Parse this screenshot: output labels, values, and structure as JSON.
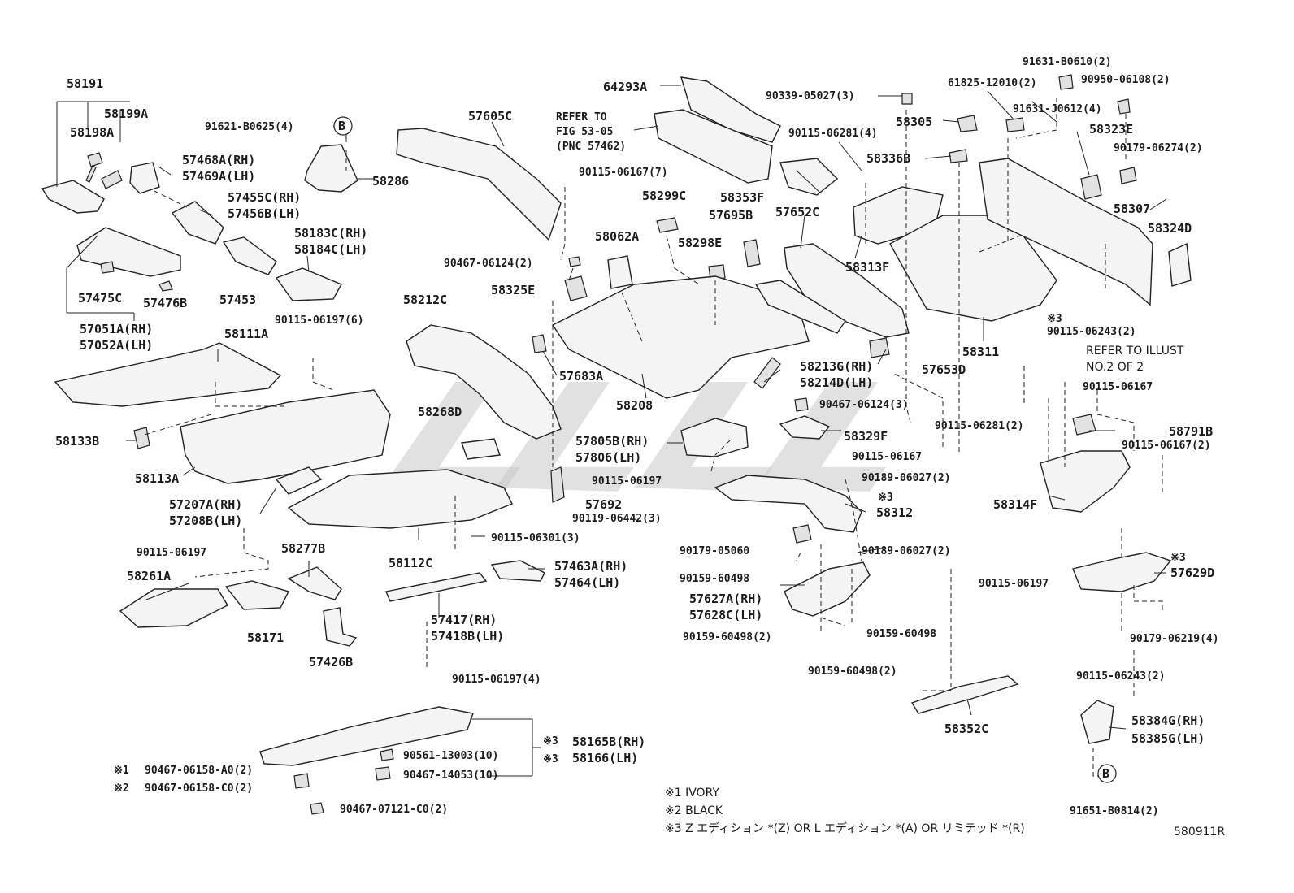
{
  "parts": {
    "p58191": "58191",
    "p58199A": "58199A",
    "p58198A": "58198A",
    "p91621": "91621-B0625(4)",
    "circleB": "B",
    "p58286": "58286",
    "p57605C": "57605C",
    "refer53": "REFER TO",
    "refer53b": "FIG 53-05",
    "refer53c": "(PNC 57462)",
    "p64293A": "64293A",
    "p90339": "90339-05027(3)",
    "p58305": "58305",
    "p61825": "61825-12010(2)",
    "p91631B": "91631-B0610(2)",
    "p90950": "90950-06108(2)",
    "p91631J": "91631-J0612(4)",
    "p58323E": "58323E",
    "p90179_06274": "90179-06274(2)",
    "p57468A": "57468A(RH)",
    "p57469A": "57469A(LH)",
    "p90115_06167_7": "90115-06167(7)",
    "p90115_06281_4": "90115-06281(4)",
    "p58336B": "58336B",
    "p57455C": "57455C(RH)",
    "p57456B": "57456B(LH)",
    "p58299C": "58299C",
    "p58353F": "58353F",
    "p57695B": "57695B",
    "p57652C": "57652C",
    "p58307": "58307",
    "p58183C": "58183C(RH)",
    "p58184C": "58184C(LH)",
    "p58062A": "58062A",
    "p58298E": "58298E",
    "p58324D": "58324D",
    "p58313F": "58313F",
    "p90467_06124_2": "90467-06124(2)",
    "p57475C": "57475C",
    "p57476B": "57476B",
    "p57453": "57453",
    "p58325E": "58325E",
    "p58212C": "58212C",
    "p57051A": "57051A(RH)",
    "p57052A": "57052A(LH)",
    "p90115_06197_6": "90115-06197(6)",
    "p58111A": "58111A",
    "star3a": "※3",
    "p90115_06243_2a": "90115-06243(2)",
    "p58311": "58311",
    "referIllust": "REFER TO ILLUST",
    "referIllust2": "NO.2 OF 2",
    "p58213G": "58213G(RH)",
    "p58214D": "58214D(LH)",
    "p57653D": "57653D",
    "p57683A": "57683A",
    "p58208": "58208",
    "p90115_06167a": "90115-06167",
    "p90467_06124_3": "90467-06124(3)",
    "p58133B": "58133B",
    "p58268D": "58268D",
    "p90115_06281_2": "90115-06281(2)",
    "p58791B": "58791B",
    "p58329F": "58329F",
    "p57805B": "57805B(RH)",
    "p57806": "57806(LH)",
    "p90115_06167b": "90115-06167",
    "p90115_06167_2": "90115-06167(2)",
    "p58113A": "58113A",
    "p90115_06197a": "90115-06197",
    "p90189_06027_2a": "90189-06027(2)",
    "p57207A": "57207A(RH)",
    "p57208B": "57208B(LH)",
    "p57692": "57692",
    "star3b": "※3",
    "p58312": "58312",
    "p58314F": "58314F",
    "p90119": "90119-06442(3)",
    "p90115_06301": "90115-06301(3)",
    "p90115_06197b": "90115-06197",
    "p58277B": "58277B",
    "p90179_05060": "90179-05060",
    "p90189_06027_2b": "90189-06027(2)",
    "star3c": "※3",
    "p57629D": "57629D",
    "p58112C": "58112C",
    "p57463A": "57463A(RH)",
    "p57464": "57464(LH)",
    "p58261A": "58261A",
    "p90159_60498a": "90159-60498",
    "p90115_06197c": "90115-06197",
    "p57627A": "57627A(RH)",
    "p57628C": "57628C(LH)",
    "p57417": "57417(RH)",
    "p57418B": "57418B(LH)",
    "p58171": "58171",
    "p90159_60498b": "90159-60498",
    "p90159_60498_2a": "90159-60498(2)",
    "p90179_06219": "90179-06219(4)",
    "p57426B": "57426B",
    "p90159_60498_2b": "90159-60498(2)",
    "p90115_06243_2b": "90115-06243(2)",
    "p90115_06197_4": "90115-06197(4)",
    "p58352C": "58352C",
    "p58384G": "58384G(RH)",
    "p58385G": "58385G(LH)",
    "star3d": "※3",
    "p58165B": "58165B(RH)",
    "star3e": "※3",
    "p58166": "58166(LH)",
    "p90561": "90561-13003(10)",
    "p90467_14053": "90467-14053(10)",
    "star1": "※1",
    "p90467_A0": "90467-06158-A0(2)",
    "star2": "※2",
    "p90467_C0": "90467-06158-C0(2)",
    "p90467_07121": "90467-07121-C0(2)",
    "circleB2": "B",
    "p91651": "91651-B0814(2)"
  },
  "notes": {
    "n1": "※1 IVORY",
    "n2": "※2 BLACK",
    "n3": "※3 Z エディション *(Z) OR L エディション *(A) OR リミテッド *(R)"
  },
  "figure_code": "580911R"
}
